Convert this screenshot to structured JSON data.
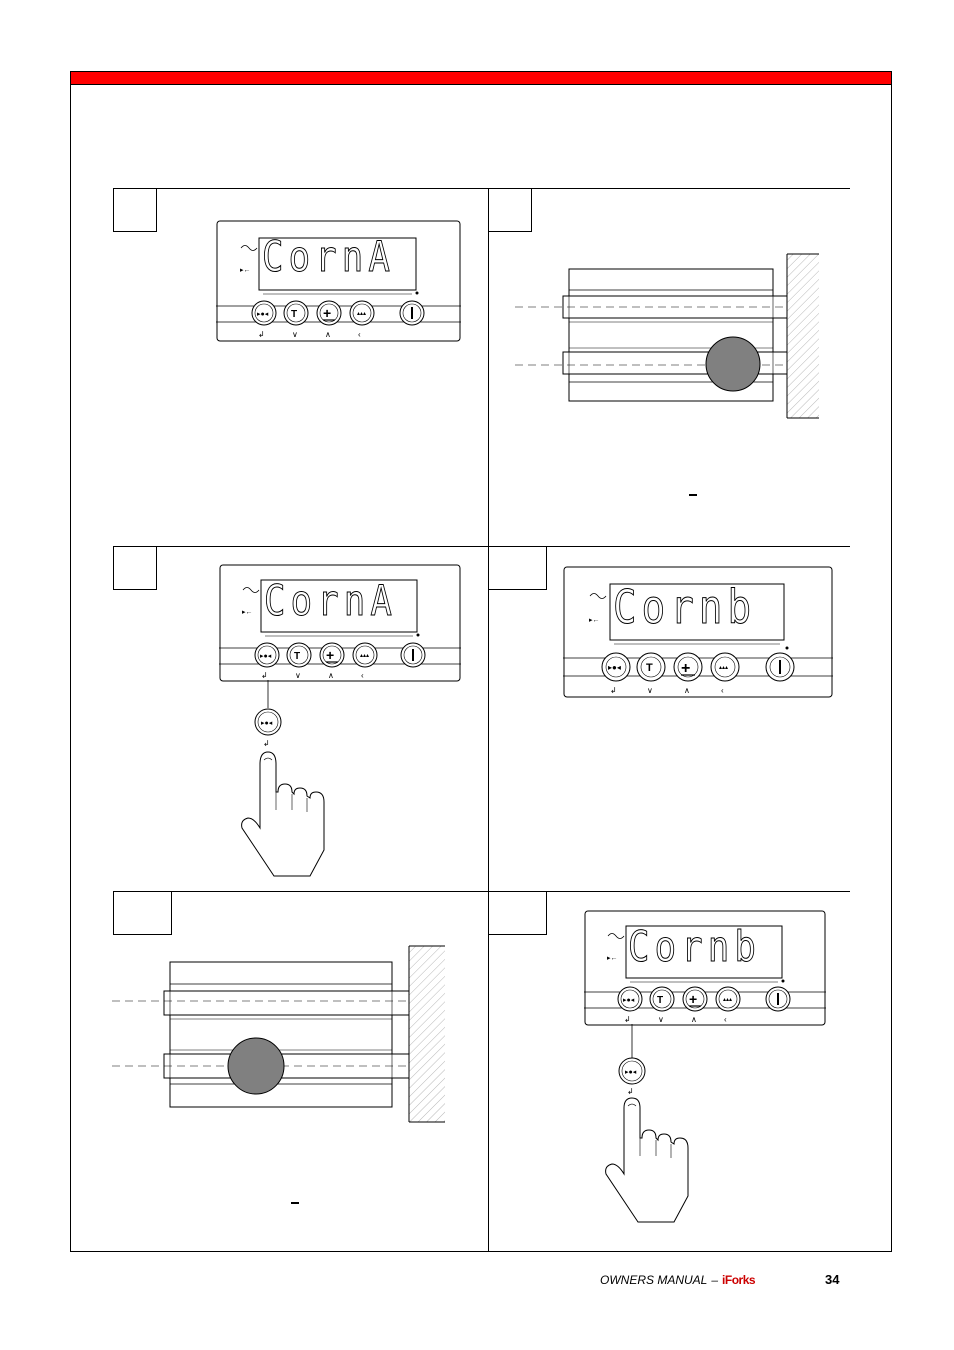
{
  "footer": {
    "manual_label": "OWNERS MANUAL",
    "separator": "–",
    "brand_prefix": "i",
    "brand_name": "Forks",
    "page_number": "34"
  },
  "displays": {
    "first": "CornA",
    "second": "Cornb"
  },
  "colors": {
    "header_bar": "#ff0000",
    "brand": "#cc0000",
    "weight_marker": "#808080"
  }
}
